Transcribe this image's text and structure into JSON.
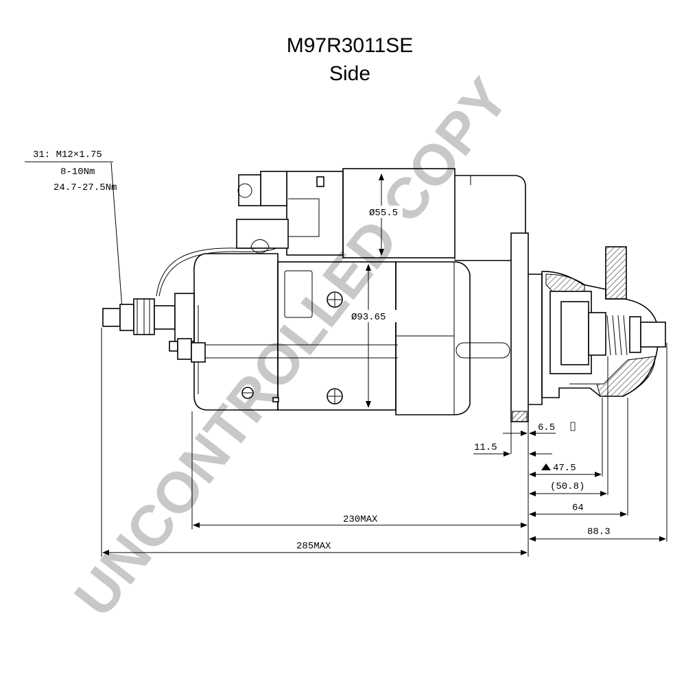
{
  "header": {
    "model": "M97R3011SE",
    "view": "Side"
  },
  "terminal_note": {
    "line1": "31: M12×1.75",
    "line2": "8-10Nm",
    "line3": "24.7-27.5Nm"
  },
  "dimensions": {
    "solenoid_diameter": "Ø55.5",
    "body_diameter": "Ø93.65",
    "flange_6_5": "6.5",
    "flange_11_5": "11.5",
    "pinion_47_5": "47.5",
    "pinion_50_8": "(50.8)",
    "pinion_64": "64",
    "pinion_88_3": "88.3",
    "length_230": "230MAX",
    "length_285": "285MAX"
  },
  "watermark": "UNCONTROLLED COPY",
  "colors": {
    "line": "#000000",
    "watermark": "#c8c8c8",
    "hatch": "#000000"
  }
}
